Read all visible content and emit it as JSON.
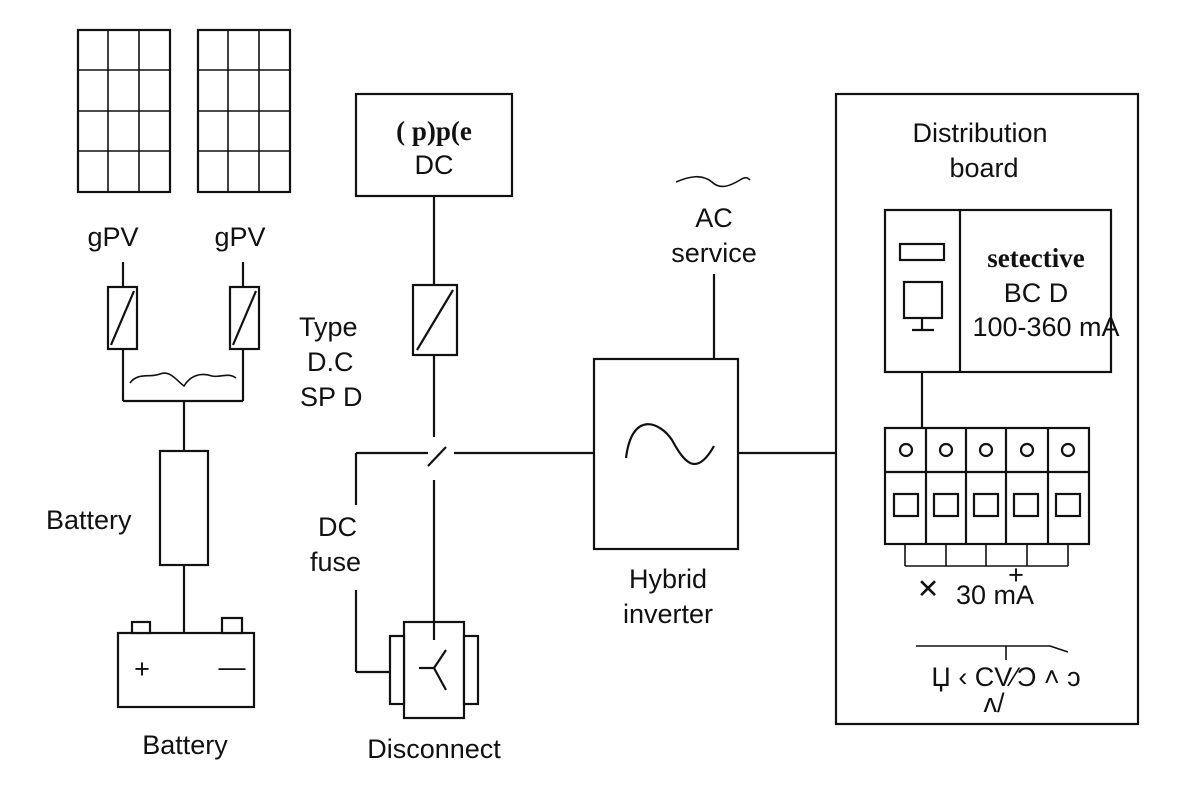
{
  "pv": {
    "left_label": "gPV",
    "right_label": "gPV"
  },
  "dc_box": {
    "line1": "( p)p(e",
    "line2": "DC"
  },
  "spd": {
    "line1": "Type",
    "line2": "D.C",
    "line3": "SP D"
  },
  "battery_fuse": {
    "label": "Battery"
  },
  "battery": {
    "label": "Battery",
    "plus": "+",
    "minus": "—"
  },
  "dc_fuse": {
    "line1": "DC",
    "line2": "fuse"
  },
  "disconnect": {
    "label": "Disconnect"
  },
  "ac_service": {
    "line1": "AC",
    "line2": "service"
  },
  "inverter": {
    "line1": "Hybrid",
    "line2": "inverter"
  },
  "distribution_board": {
    "title_line1": "Distribution",
    "title_line2": "board",
    "rcd_line1": "setective",
    "rcd_line2": "BC D",
    "rcd_line3": "100-360 mA",
    "breaker_label": "30 mA",
    "breaker_mark_left": "✕",
    "breaker_mark_right": "+",
    "footer_line1": "Џ ‹ CV⁄Ͻ ˄ ↄ",
    "footer_line2": "ʌ/"
  }
}
